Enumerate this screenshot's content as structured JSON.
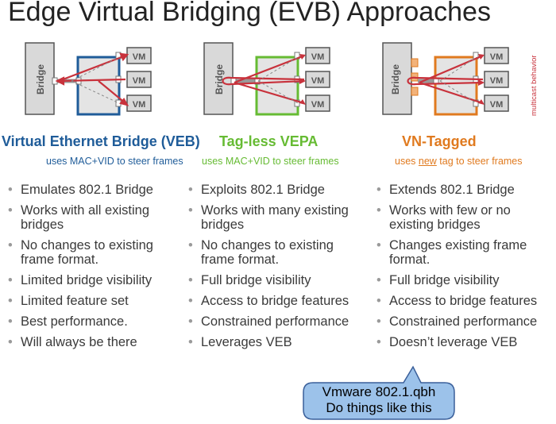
{
  "title": "Edge Virtual Bridging (EVB) Approaches",
  "diagram_labels": {
    "bridge": "Bridge",
    "vm": "VM",
    "multicast": "multicast behavior"
  },
  "columns": [
    {
      "heading": "Virtual Ethernet Bridge (VEB)",
      "color": "#1f5c99",
      "sub_pre": "uses MAC+VID to steer frames",
      "sub_u": "",
      "sub_post": "",
      "sub_color": "#1f5c99",
      "bullets": [
        "Emulates 802.1 Bridge",
        "Works with all existing bridges",
        "No changes to existing frame format.",
        "Limited bridge visibility",
        "Limited feature set",
        "Best performance.",
        "Will always be there"
      ]
    },
    {
      "heading": "Tag-less VEPA",
      "color": "#66bb33",
      "sub_pre": "uses MAC+VID to steer frames",
      "sub_u": "",
      "sub_post": "",
      "sub_color": "#66bb33",
      "bullets": [
        "Exploits 802.1 Bridge",
        "Works with many existing bridges",
        "No changes to existing frame format.",
        "Full bridge visibility",
        "Access to bridge features",
        "Constrained performance",
        "Leverages VEB"
      ]
    },
    {
      "heading": "VN-Tagged",
      "color": "#e07a1f",
      "sub_pre": "uses ",
      "sub_u": "new",
      "sub_post": " tag to steer frames",
      "sub_color": "#e07a1f",
      "bullets": [
        "Extends 802.1 Bridge",
        "Works with few or no existing bridges",
        "Changes existing frame format.",
        "Full bridge visibility",
        "Access to bridge features",
        "Constrained performance",
        "Doesn’t leverage VEB"
      ]
    }
  ],
  "callout": {
    "line1": "Vmware 802.1.qbh",
    "line2": "Do things like this"
  }
}
